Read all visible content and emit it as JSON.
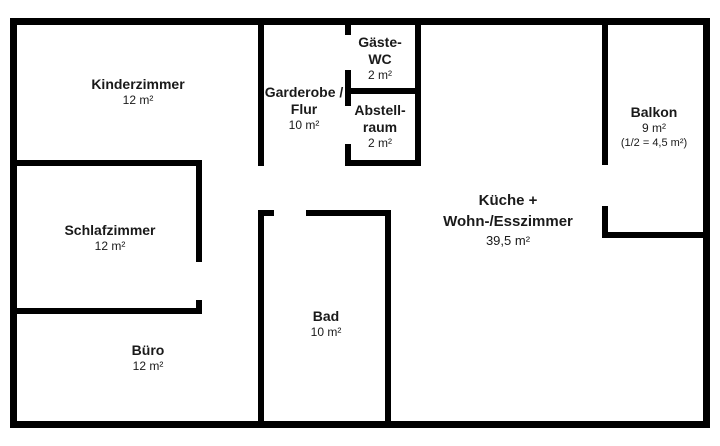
{
  "floorplan": {
    "colors": {
      "wall": "#000000",
      "background": "#ffffff"
    },
    "rooms": [
      {
        "id": "kinderzimmer",
        "name_lines": [
          "Kinderzimmer"
        ],
        "area": "12 m²"
      },
      {
        "id": "garderobe-flur",
        "name_lines": [
          "Garderobe /",
          "Flur"
        ],
        "area": "10 m²"
      },
      {
        "id": "gaeste-wc",
        "name_lines": [
          "Gäste-",
          "WC"
        ],
        "area": "2 m²"
      },
      {
        "id": "abstellraum",
        "name_lines": [
          "Abstell-",
          "raum"
        ],
        "area": "2 m²"
      },
      {
        "id": "balkon",
        "name_lines": [
          "Balkon"
        ],
        "area": "9 m²",
        "area_note": "(1/2 = 4,5 m²)"
      },
      {
        "id": "kueche-wohnen",
        "name_lines": [
          "Küche +",
          "Wohn-/Esszimmer"
        ],
        "area": "39,5 m²"
      },
      {
        "id": "schlafzimmer",
        "name_lines": [
          "Schlafzimmer"
        ],
        "area": "12 m²"
      },
      {
        "id": "buero",
        "name_lines": [
          "Büro"
        ],
        "area": "12 m²"
      },
      {
        "id": "bad",
        "name_lines": [
          "Bad"
        ],
        "area": "10 m²"
      }
    ]
  }
}
